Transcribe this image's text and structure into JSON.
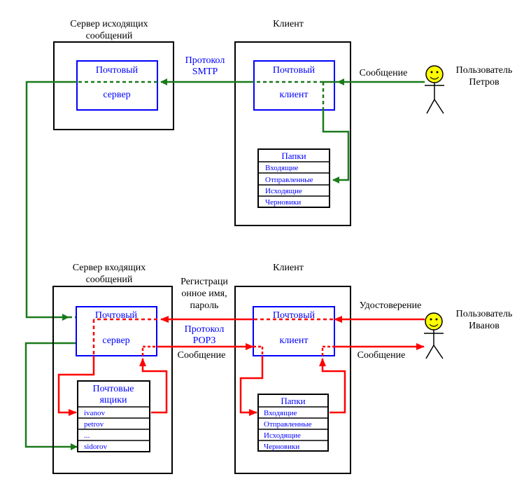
{
  "top": {
    "server_title_line1": "Сервер исходящих",
    "server_title_line2": "сообщений",
    "client_title": "Клиент",
    "server_box_line1": "Почтовый",
    "server_box_line2": "сервер",
    "client_box_line1": "Почтовый",
    "client_box_line2": "клиент",
    "protocol_line1": "Протокол",
    "protocol_line2": "SMTP",
    "message_label": "Сообщение",
    "user_line1": "Пользователь",
    "user_line2": "Петров",
    "folders_title": "Папки",
    "folders": [
      "Входящие",
      "Отправленные",
      "Исходящие",
      "Черновики"
    ]
  },
  "bottom": {
    "server_title_line1": "Сервер входящих",
    "server_title_line2": "сообщений",
    "client_title": "Клиент",
    "server_box_line1": "Почтовый",
    "server_box_line2": "сервер",
    "client_box_line1": "Почтовый",
    "client_box_line2": "клиент",
    "reg_line1": "Регистраци",
    "reg_line2": "онное имя,",
    "reg_line3": "пароль",
    "protocol_line1": "Протокол",
    "protocol_line2": "POP3",
    "message_left": "Сообщение",
    "message_right": "Сообщение",
    "credential_label": "Удостоверение",
    "user_line1": "Пользователь",
    "user_line2": "Иванов",
    "mailboxes_title_line1": "Почтовые",
    "mailboxes_title_line2": "ящики",
    "mailboxes": [
      "ivanov",
      "petrov",
      "...",
      "sidorov"
    ],
    "folders_title": "Папки",
    "folders": [
      "Входящие",
      "Отправленные",
      "Исходящие",
      "Черновики"
    ]
  },
  "colors": {
    "green": "#1a7a1a",
    "red": "#ff0000",
    "blue": "#0000ff"
  }
}
